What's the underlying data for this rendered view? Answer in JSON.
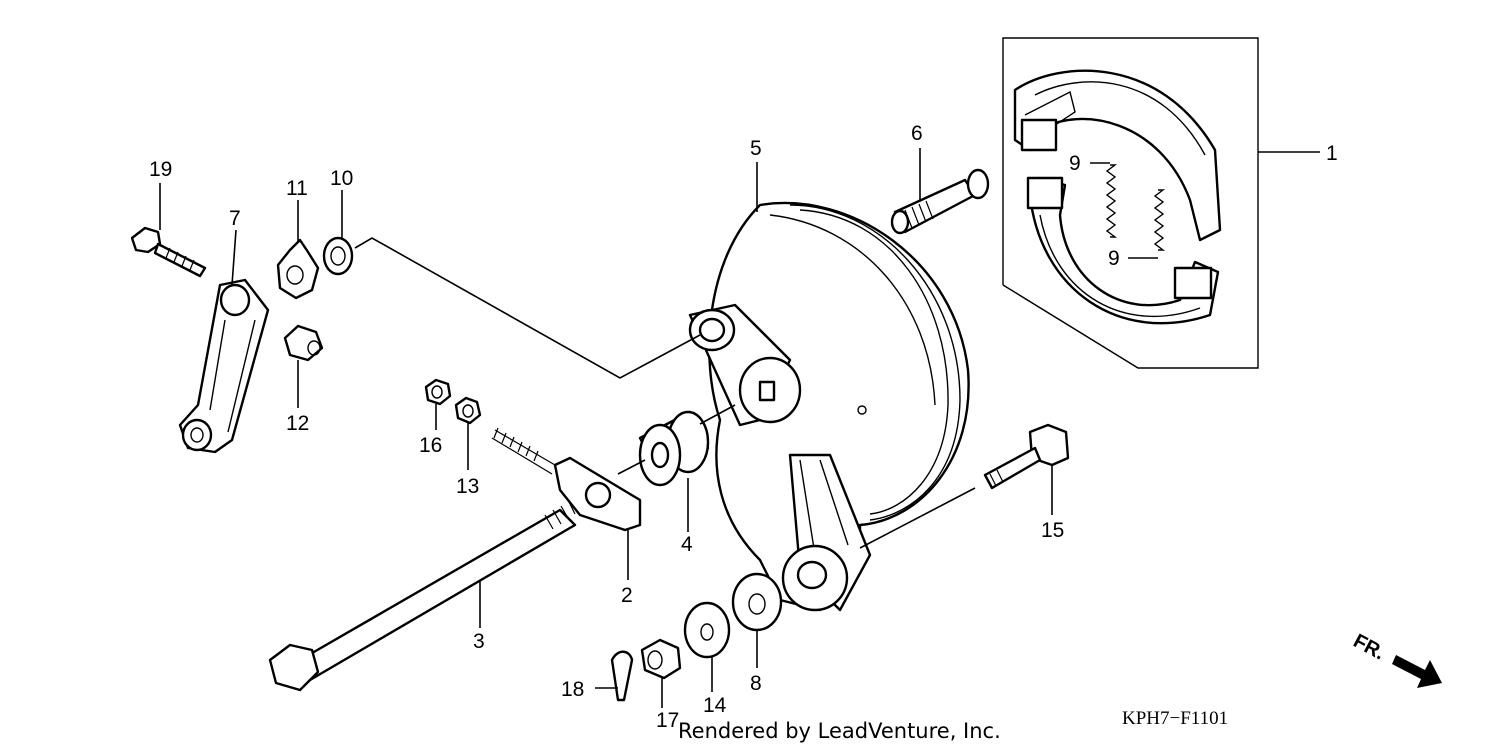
{
  "diagram": {
    "part_labels": [
      "1",
      "2",
      "3",
      "4",
      "5",
      "6",
      "7",
      "8",
      "9",
      "9",
      "10",
      "11",
      "12",
      "13",
      "14",
      "15",
      "16",
      "17",
      "18",
      "19"
    ],
    "direction_label": "FR.",
    "diagram_code": "KPH7−F1101",
    "credit": "Rendered by LeadVenture, Inc.",
    "colors": {
      "line": "#000000",
      "background": "#ffffff"
    }
  }
}
